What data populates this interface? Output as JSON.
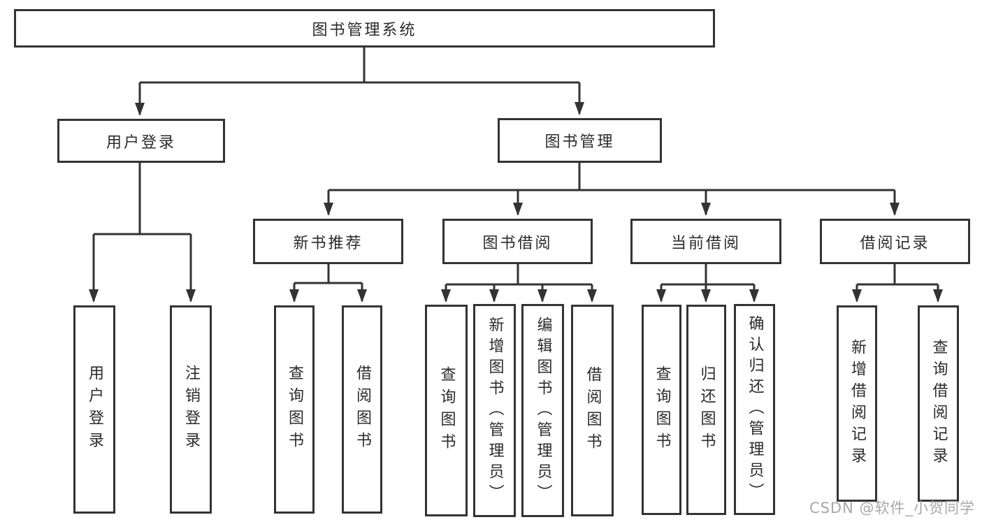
{
  "tree": {
    "root": "图书管理系统",
    "branches": [
      {
        "label": "用户登录",
        "leaves": [
          "用户登录",
          "注销登录"
        ]
      },
      {
        "label": "图书管理",
        "groups": [
          {
            "label": "新书推荐",
            "leaves": [
              "查询图书",
              "借阅图书"
            ]
          },
          {
            "label": "图书借阅",
            "leaves": [
              "查询图书",
              "新增图书（管理员）",
              "编辑图书（管理员）",
              "借阅图书"
            ]
          },
          {
            "label": "当前借阅",
            "leaves": [
              "查询图书",
              "归还图书",
              "确认归还（管理员）"
            ]
          },
          {
            "label": "借阅记录",
            "leaves": [
              "新增借阅记录",
              "查询借阅记录"
            ]
          }
        ]
      }
    ]
  },
  "watermark": "CSDN @软件_小贺同学",
  "colors": {
    "line": "#333333",
    "text": "#2b2b2b",
    "background": "#ffffff",
    "watermark": "#a8a8a8"
  }
}
